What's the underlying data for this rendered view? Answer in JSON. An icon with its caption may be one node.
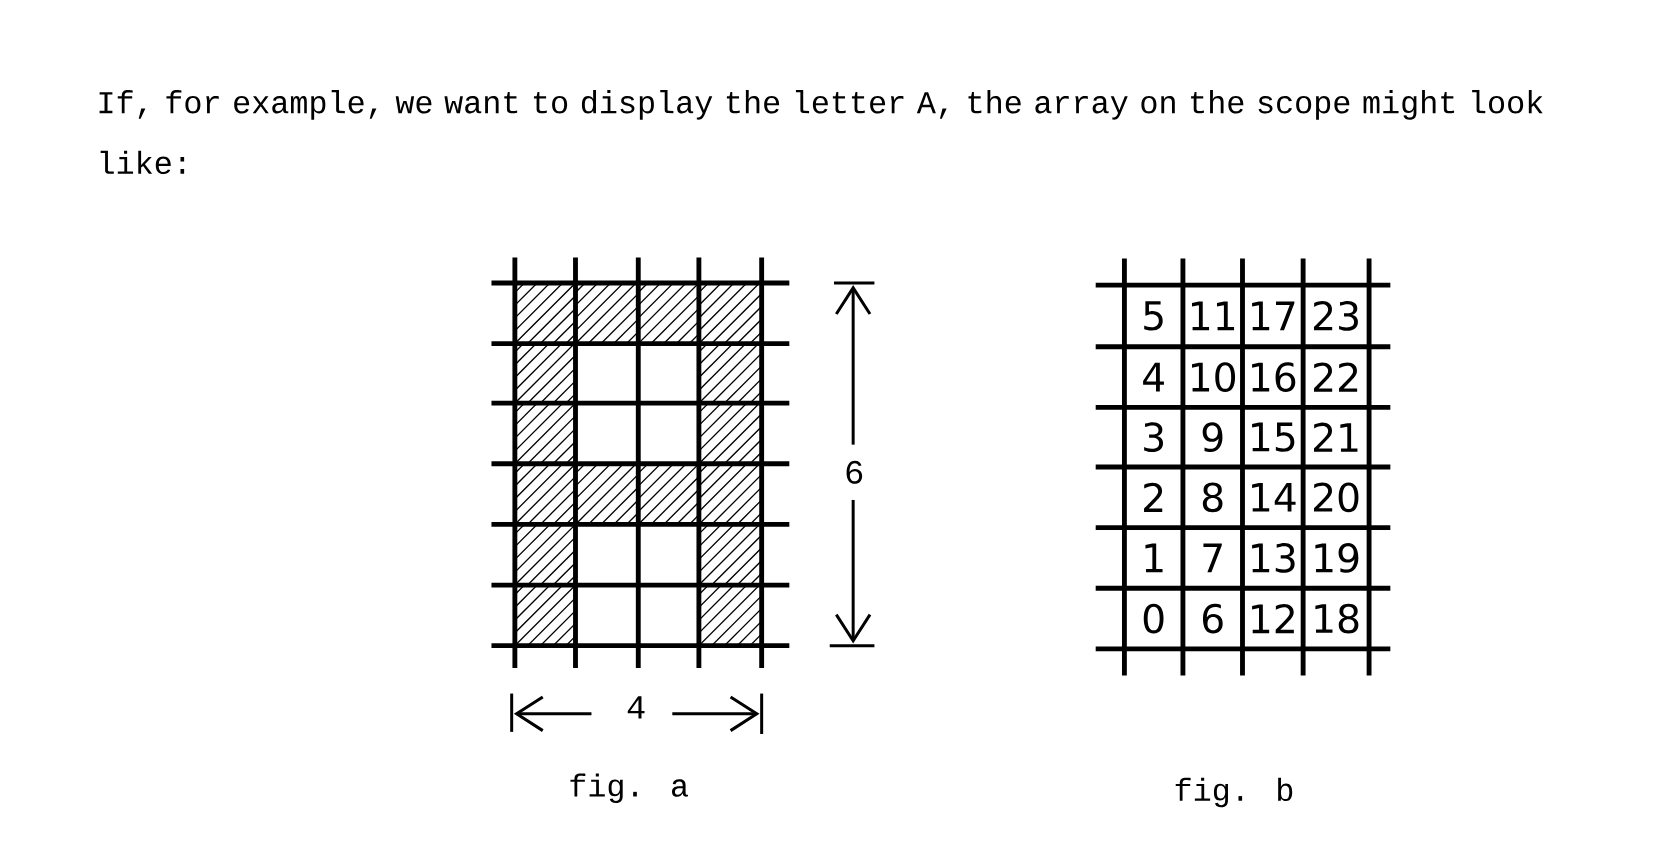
{
  "diagram": {
    "labels": [
      "If, for example, we want to display the letter A, the array on the scope might look like:",
      "5",
      "11",
      "17",
      "23",
      "4",
      "10",
      "16",
      "22",
      "3",
      "9",
      "15",
      "21",
      "2",
      "8",
      "14",
      "20",
      "1",
      "7",
      "13",
      "19",
      "0",
      "6",
      "12",
      "18",
      "6",
      "4",
      "fig. a",
      "fig. b"
    ]
  }
}
